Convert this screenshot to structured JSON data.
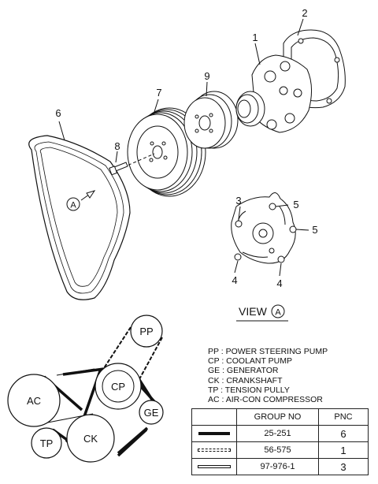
{
  "callouts": [
    "1",
    "2",
    "3",
    "4",
    "5",
    "6",
    "7",
    "8",
    "9"
  ],
  "view_label": "VIEW",
  "view_marker": "A",
  "pulleys": {
    "pp": "PP",
    "cp": "CP",
    "ge": "GE",
    "ck": "CK",
    "tp": "TP",
    "ac": "AC"
  },
  "legend": [
    "PP : POWER STEERING PUMP",
    "CP : COOLANT PUMP",
    "GE : GENERATOR",
    "CK : CRANKSHAFT",
    "TP : TENSION PULLY",
    "AC : AIR-CON COMPRESSOR"
  ],
  "table": {
    "headers": [
      "GROUP NO",
      "PNC"
    ],
    "rows": [
      {
        "style": "thick-line",
        "group": "25-251",
        "pnc": "6"
      },
      {
        "style": "dashed-line",
        "group": "56-575",
        "pnc": "1"
      },
      {
        "style": "open-line",
        "group": "97-976-1",
        "pnc": "3"
      }
    ]
  }
}
